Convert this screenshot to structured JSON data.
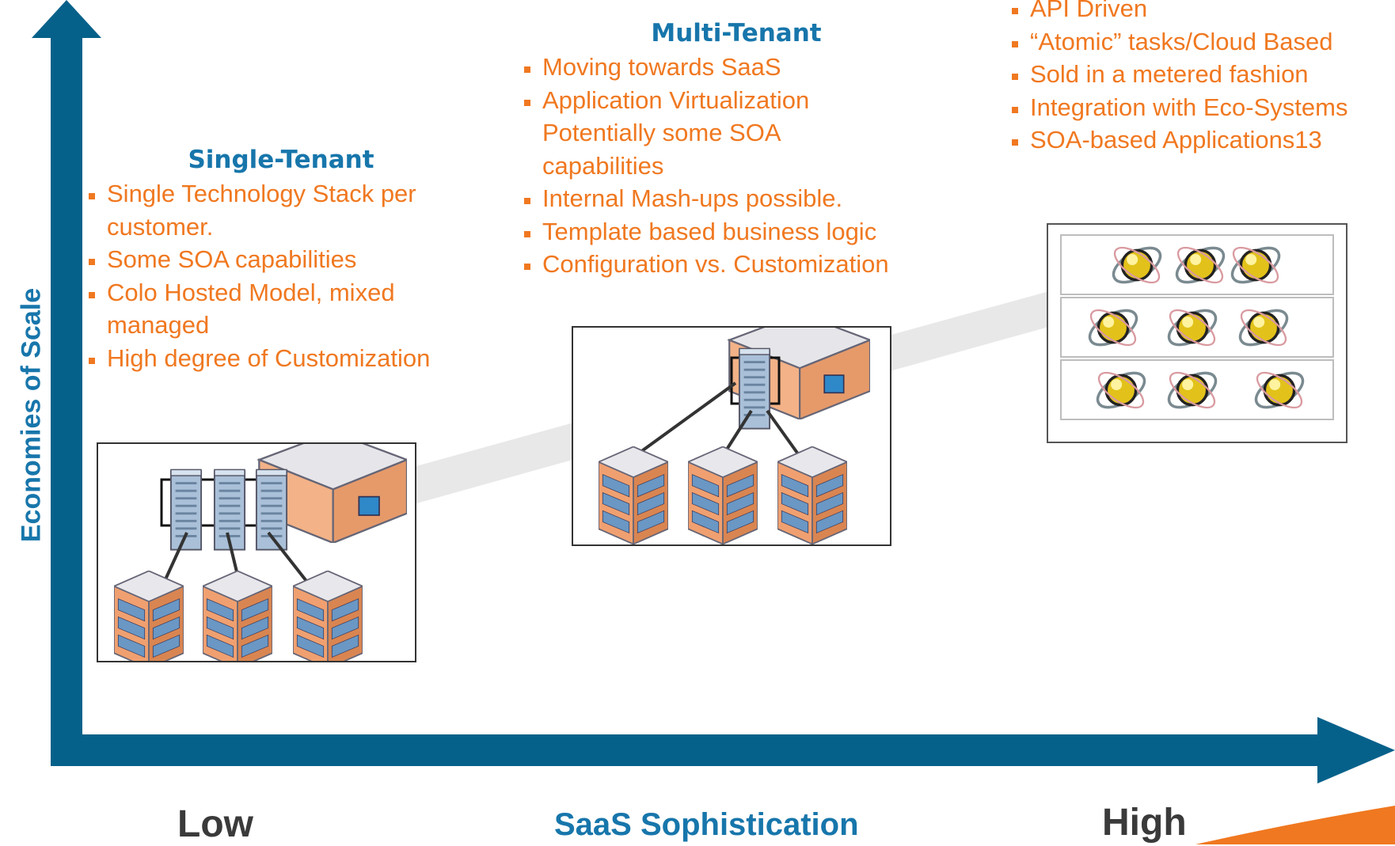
{
  "axes": {
    "y_label": "Economies of Scale",
    "x_label": "SaaS Sophistication",
    "x_low": "Low",
    "x_high": "High"
  },
  "single_tenant": {
    "title": "Single-Tenant",
    "items": [
      "Single Technology Stack per customer.",
      "Some SOA capabilities",
      "Colo Hosted Model, mixed managed",
      "High degree of Customization"
    ]
  },
  "multi_tenant": {
    "title": "Multi-Tenant",
    "items": [
      "Moving towards SaaS",
      "Application Virtualization Potentially some SOA capabilities",
      "Internal Mash-ups possible.",
      "Template based business logic",
      "Configuration vs. Customization"
    ]
  },
  "cloud": {
    "items": [
      "API Driven",
      "“Atomic” tasks/Cloud Based",
      "Sold in a metered fashion",
      "Integration with Eco-Systems",
      "SOA-based Applications13"
    ]
  },
  "colors": {
    "axis": "#06618a",
    "heading": "#1776ab",
    "bullet_text": "#f07820",
    "trend_band": "#e8e8e8"
  }
}
